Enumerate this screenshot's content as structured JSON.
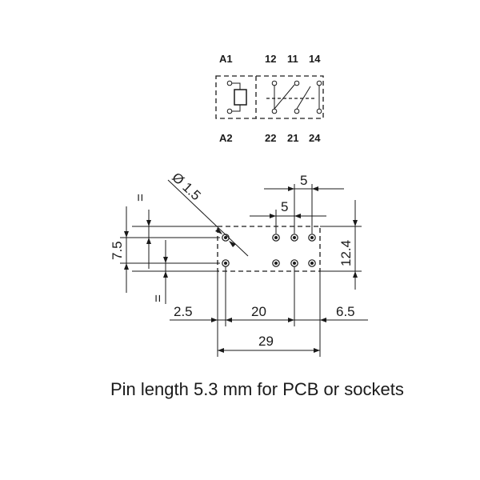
{
  "schematic": {
    "top_labels": [
      "A1",
      "12",
      "11",
      "14"
    ],
    "bottom_labels": [
      "A2",
      "22",
      "21",
      "24"
    ]
  },
  "dimensions": {
    "diameter": "Ø 1.5",
    "pitch_top": "5",
    "pitch_second": "5",
    "row_spacing": "7.5",
    "height": "12.4",
    "left_offset": "2.5",
    "span": "20",
    "right_offset": "6.5",
    "total_length": "29",
    "equal_mark": "="
  },
  "caption": "Pin length 5.3 mm for PCB or sockets"
}
